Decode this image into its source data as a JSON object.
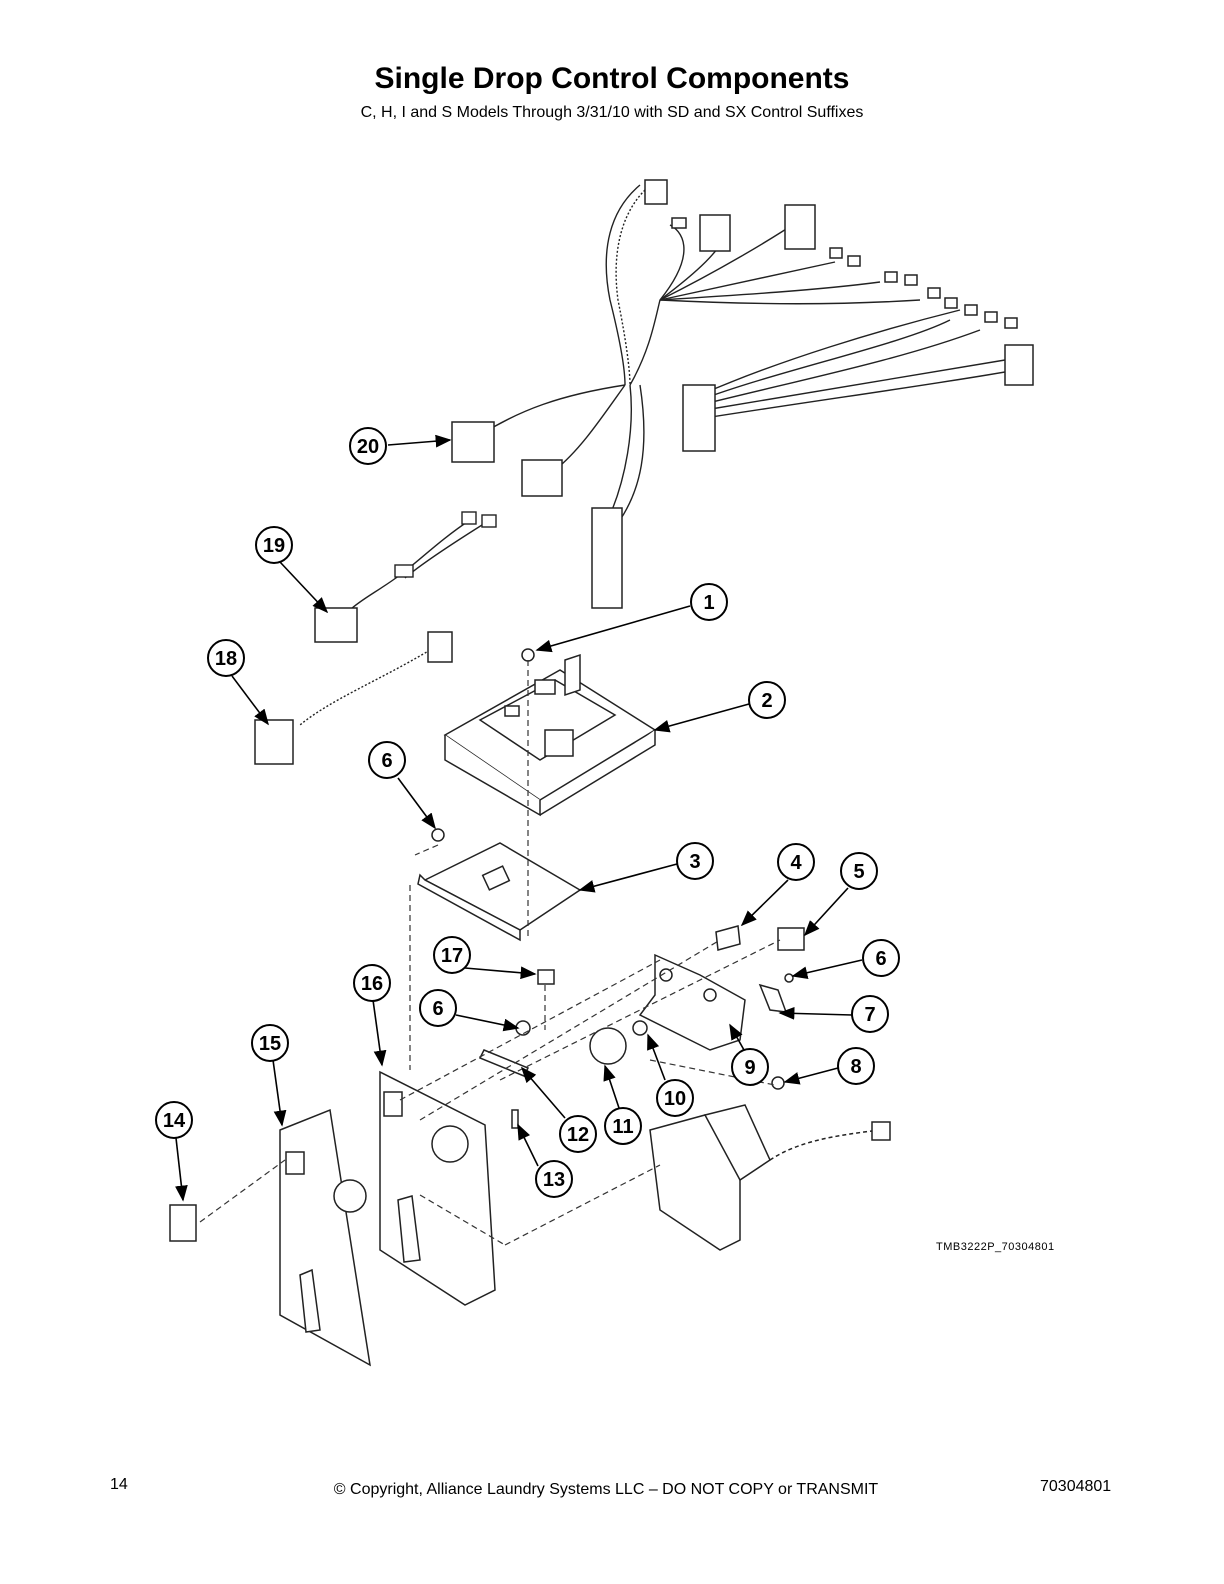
{
  "header": {
    "title": "Single Drop Control Components",
    "subtitle": "C, H, I and S Models Through 3/31/10 with SD and SX Control Suffixes"
  },
  "diagram": {
    "reference_code": "TMB3222P_70304801",
    "callouts": [
      {
        "id": "c1",
        "label": "1"
      },
      {
        "id": "c2",
        "label": "2"
      },
      {
        "id": "c3",
        "label": "3"
      },
      {
        "id": "c4",
        "label": "4"
      },
      {
        "id": "c5",
        "label": "5"
      },
      {
        "id": "c6a",
        "label": "6"
      },
      {
        "id": "c6b",
        "label": "6"
      },
      {
        "id": "c6c",
        "label": "6"
      },
      {
        "id": "c7",
        "label": "7"
      },
      {
        "id": "c8",
        "label": "8"
      },
      {
        "id": "c9",
        "label": "9"
      },
      {
        "id": "c10",
        "label": "10"
      },
      {
        "id": "c11",
        "label": "11"
      },
      {
        "id": "c12",
        "label": "12"
      },
      {
        "id": "c13",
        "label": "13"
      },
      {
        "id": "c14",
        "label": "14"
      },
      {
        "id": "c15",
        "label": "15"
      },
      {
        "id": "c16",
        "label": "16"
      },
      {
        "id": "c17",
        "label": "17"
      },
      {
        "id": "c18",
        "label": "18"
      },
      {
        "id": "c19",
        "label": "19"
      },
      {
        "id": "c20",
        "label": "20"
      }
    ]
  },
  "footer": {
    "page_number": "14",
    "copyright": "© Copyright, Alliance Laundry Systems LLC – DO NOT COPY or TRANSMIT",
    "document_number": "70304801"
  }
}
